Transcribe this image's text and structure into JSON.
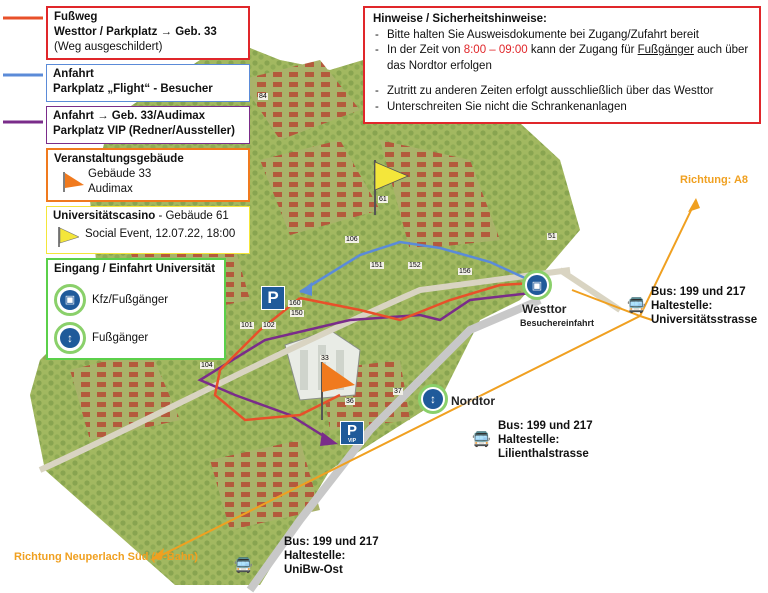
{
  "legend": {
    "footpath": {
      "title": "Fußweg",
      "line2": "Westtor / Parkplatz → Geb. 33",
      "line3": "(Weg ausgeschildert)",
      "color": "#e8502a"
    },
    "arrival_visitors": {
      "title": "Anfahrt",
      "line2": "Parkplatz „Flight“ - Besucher",
      "color": "#5b8bd8"
    },
    "arrival_vip": {
      "title": "Anfahrt → Geb. 33/Audimax",
      "line2": "Parkplatz VIP (Redner/Aussteller)",
      "color": "#7a2c8a"
    },
    "event_building": {
      "title": "Veranstaltungsgebäude",
      "line2": "Gebäude 33",
      "line3": "Audimax",
      "color": "#f07a1e"
    },
    "casino": {
      "title_bold": "Universitätscasino",
      "title_rest": " - Gebäude 61",
      "line2": "Social Event, 12.07.22, 18:00",
      "color": "#f4e63a"
    },
    "entrance": {
      "title": "Eingang / Einfahrt Universität",
      "car_label": "Kfz/Fußgänger",
      "pedestrian_label": "Fußgänger",
      "color": "#5bd04a"
    }
  },
  "notes": {
    "title": "Hinweise / Sicherheitshinweise:",
    "item1": "Bitte halten Sie Ausweisdokumente bei Zugang/Zufahrt bereit",
    "item2_pre": "In der Zeit von ",
    "item2_time": "8:00 – 09:00",
    "item2_mid": " kann der Zugang für ",
    "item2_underline": "Fußgänger",
    "item2_post": " auch über",
    "item2_line2": "das Nordtor erfolgen",
    "item3": "Zutritt zu anderen Zeiten erfolgt ausschließlich über das Westtor",
    "item4": "Unterschreiten Sie nicht die Schrankenanlagen"
  },
  "map": {
    "direction_a8": "Richtung: A8",
    "direction_neuperlach": "Richtung Neuperlach Süd (U-Bahn)",
    "westtor": "Westtor",
    "westtor_sub": "Besuchereinfahrt",
    "nordtor": "Nordtor",
    "parking": "P",
    "parking_vip": "VIP",
    "bus_stops": [
      {
        "line1": "Bus: 199 und 217",
        "line2": "Haltestelle:",
        "line3": "Universitätsstrasse"
      },
      {
        "line1": "Bus: 199 und 217",
        "line2": "Haltestelle:",
        "line3": "Lilienthalstrasse"
      },
      {
        "line1": "Bus: 199 und 217",
        "line2": "Haltestelle:",
        "line3": "UniBw-Ost"
      }
    ],
    "building_numbers": [
      "33",
      "61",
      "101",
      "102",
      "104",
      "106",
      "150",
      "151",
      "152",
      "156",
      "160",
      "36",
      "37",
      "51",
      "84"
    ]
  }
}
